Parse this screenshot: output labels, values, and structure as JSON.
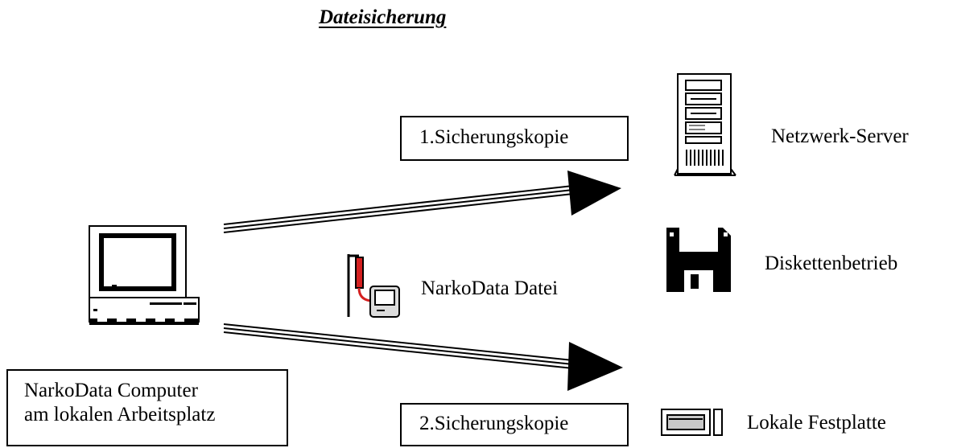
{
  "diagram": {
    "title": "Dateisicherung",
    "backup_1": "1.Sicherungskopie",
    "backup_2": "2.Sicherungskopie",
    "source": {
      "line1": "NarkoData Computer",
      "line2": "am lokalen Arbeitsplatz"
    },
    "file_label": "NarkoData Datei",
    "targets": {
      "server": "Netzwerk-Server",
      "floppy": "Diskettenbetrieb",
      "harddisk": "Lokale Festplatte"
    }
  },
  "colors": {
    "ink": "#000000",
    "background": "#ffffff",
    "iv_bag": "#d42020"
  }
}
